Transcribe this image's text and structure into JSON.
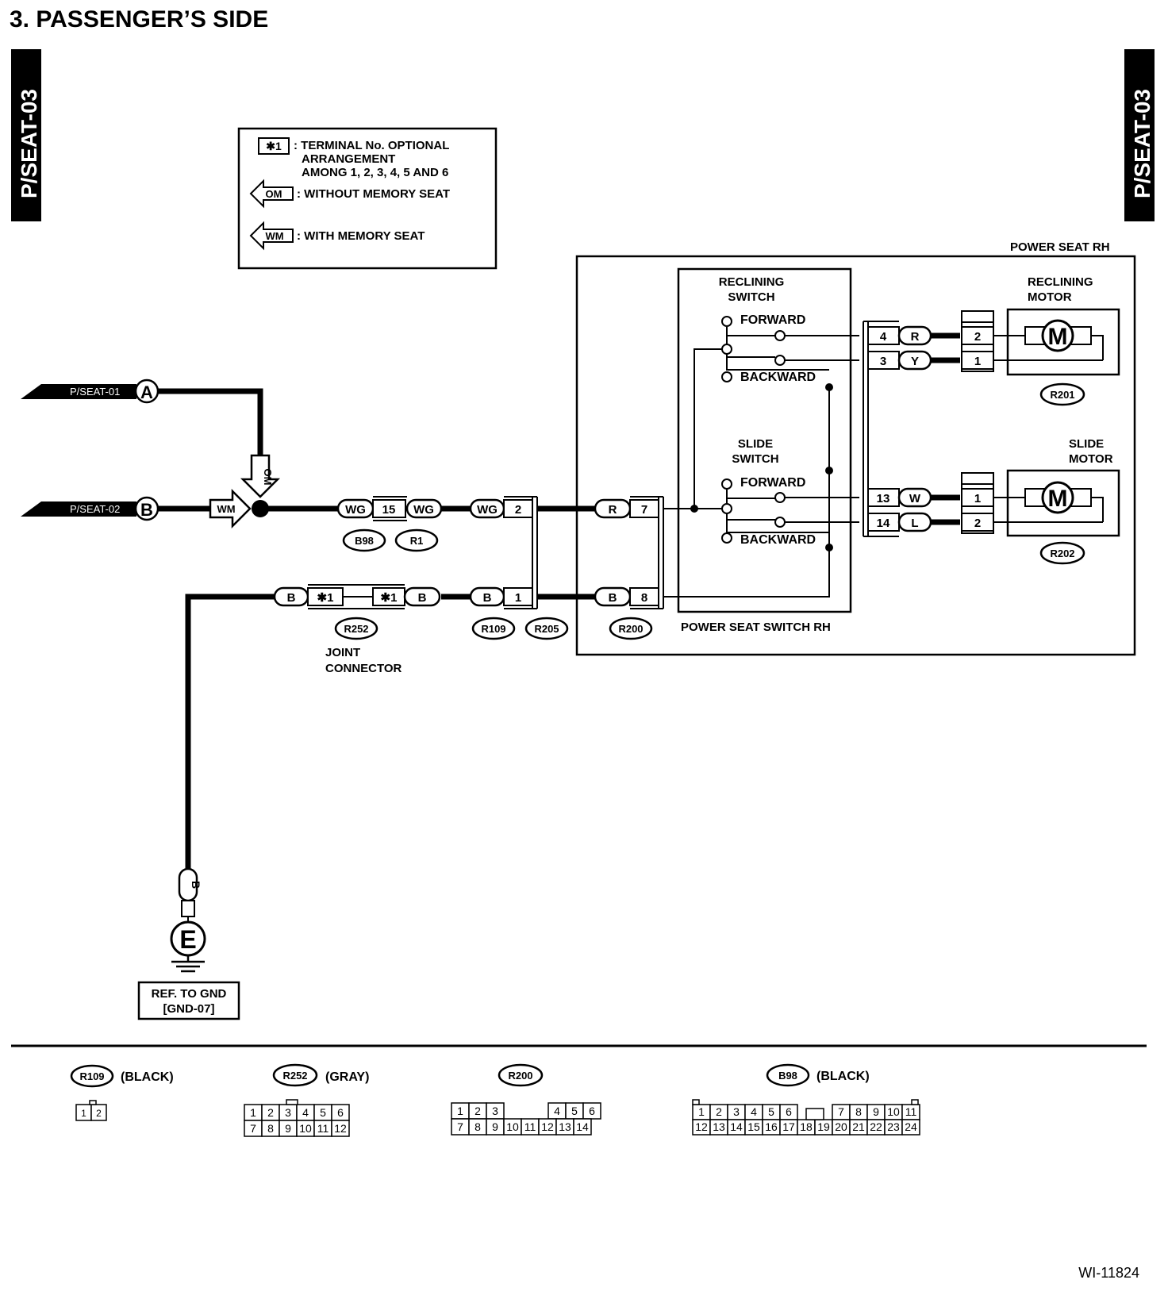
{
  "title": "3.  PASSENGER’S SIDE",
  "side_tab": "P/SEAT-03",
  "figure_id": "WI-11824",
  "legend": {
    "star_box": "✱1",
    "star_text": [
      ": TERMINAL No. OPTIONAL",
      "ARRANGEMENT",
      "AMONG 1, 2, 3, 4, 5 AND 6"
    ],
    "om_tag": "OM",
    "om_text": ": WITHOUT MEMORY SEAT",
    "wm_tag": "WM",
    "wm_text": ": WITH MEMORY SEAT"
  },
  "inputs": {
    "a_ref": "P/SEAT-01",
    "a_letter": "A",
    "b_ref": "P/SEAT-02",
    "b_letter": "B",
    "om": "OM",
    "wm": "WM"
  },
  "power_seat_rh": "POWER SEAT RH",
  "switch_box": {
    "label": "POWER SEAT SWITCH RH",
    "reclining": [
      "RECLINING",
      "SWITCH"
    ],
    "slide": [
      "SLIDE",
      "SWITCH"
    ],
    "forward": "FORWARD",
    "backward": "BACKWARD"
  },
  "motors": {
    "reclining": [
      "RECLINING",
      "MOTOR"
    ],
    "slide": [
      "SLIDE",
      "MOTOR"
    ],
    "symbol": "M",
    "r201": "R201",
    "r202": "R202"
  },
  "wires": {
    "wg": "WG",
    "b": "B",
    "r": "R",
    "y": "Y",
    "w": "W",
    "l": "L",
    "pin15": "15",
    "pin2": "2",
    "pin1": "1",
    "pin7": "7",
    "pin8": "8",
    "pin4": "4",
    "pin3": "3",
    "pin13": "13",
    "pin14": "14",
    "star1": "✱1"
  },
  "connectors": {
    "b98": "B98",
    "r1": "R1",
    "r252": "R252",
    "r109": "R109",
    "r205": "R205",
    "r200": "R200"
  },
  "joint": [
    "JOINT",
    "CONNECTOR"
  ],
  "ground": {
    "letter": "E",
    "wire": "B",
    "ref1": "REF. TO GND",
    "ref2": "[GND-07]"
  },
  "connector_views": {
    "r109": {
      "name": "R109",
      "color": "(BLACK)",
      "row1": [
        "1",
        "2"
      ]
    },
    "r252": {
      "name": "R252",
      "color": "(GRAY)",
      "row1": [
        "1",
        "2",
        "3",
        "4",
        "5",
        "6"
      ],
      "row2": [
        "7",
        "8",
        "9",
        "10",
        "11",
        "12"
      ]
    },
    "r200": {
      "name": "R200",
      "row1": [
        "1",
        "2",
        "3",
        "4",
        "5",
        "6"
      ],
      "row2": [
        "7",
        "8",
        "9",
        "10",
        "11",
        "12",
        "13",
        "14"
      ]
    },
    "b98": {
      "name": "B98",
      "color": "(BLACK)",
      "row1": [
        "1",
        "2",
        "3",
        "4",
        "5",
        "6",
        "7",
        "8",
        "9",
        "10",
        "11"
      ],
      "row2": [
        "12",
        "13",
        "14",
        "15",
        "16",
        "17",
        "18",
        "19",
        "20",
        "21",
        "22",
        "23",
        "24"
      ]
    }
  }
}
